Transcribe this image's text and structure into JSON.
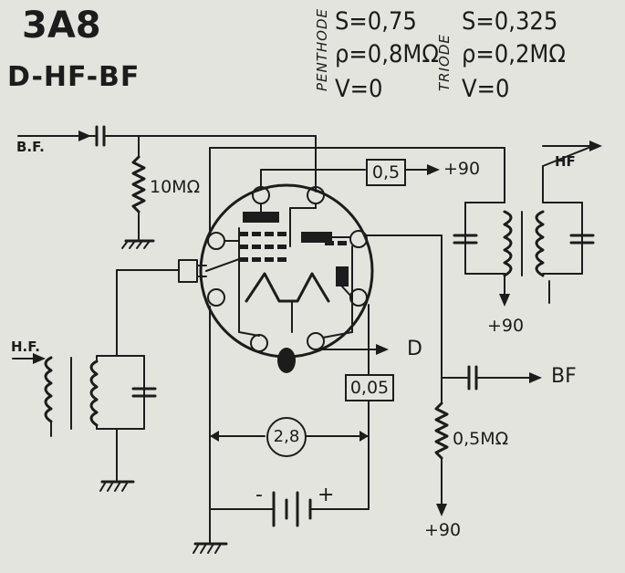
{
  "tube": {
    "name": "3A8",
    "function": "D-HF-BF"
  },
  "pentode": {
    "section_label": "PENTHODE",
    "s": "S=0,75",
    "rho": "ρ=0,8MΩ",
    "v": "V=0"
  },
  "triode": {
    "section_label": "TRIODE",
    "s": "S=0,325",
    "rho": "ρ=0,2MΩ",
    "v": "V=0"
  },
  "labels": {
    "bf_input": "B.F.",
    "hf_input": "H.F.",
    "hf_output": "HF",
    "bf_output": "BF",
    "detector_output": "D",
    "grid_resistor": "10MΩ",
    "load_resistor": "0,5MΩ",
    "screen_resistor": "0,5",
    "plus90_screen": "+90",
    "plus90_hf": "+90",
    "plus90_bf": "+90",
    "cathode_resistor": "0,05",
    "filament_voltage": "2,8",
    "battery_minus": "-",
    "battery_plus": "+"
  }
}
